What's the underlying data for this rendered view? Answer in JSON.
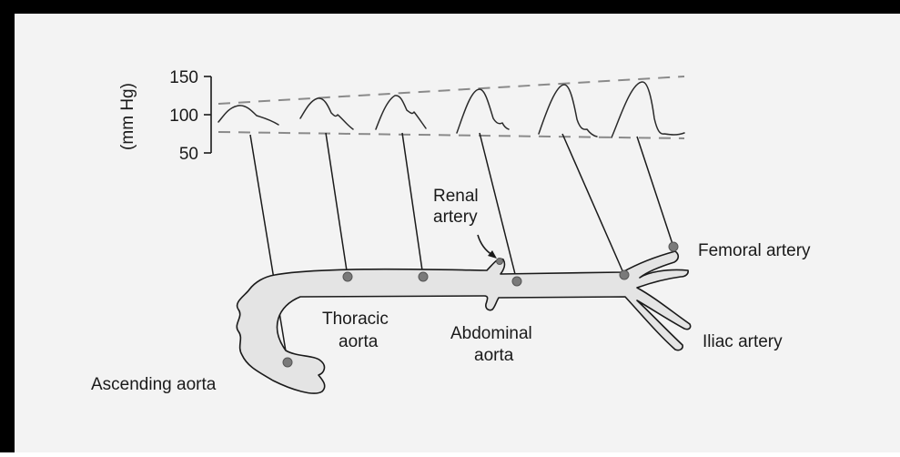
{
  "axis": {
    "unit": "(mm Hg)",
    "ticks": [
      "150",
      "100",
      "50"
    ]
  },
  "labels": {
    "renal_line1": "Renal",
    "renal_line2": "artery",
    "femoral": "Femoral artery",
    "thoracic_line1": "Thoracic",
    "thoracic_line2": "aorta",
    "abdominal_line1": "Abdominal",
    "abdominal_line2": "aorta",
    "iliac": "Iliac artery",
    "ascending": "Ascending aorta"
  },
  "colors": {
    "frame": "#000000",
    "background": "#f3f3f3",
    "vessel_fill": "#e4e4e4",
    "ink": "#1a1a1a",
    "point": "#7a7a7a"
  }
}
